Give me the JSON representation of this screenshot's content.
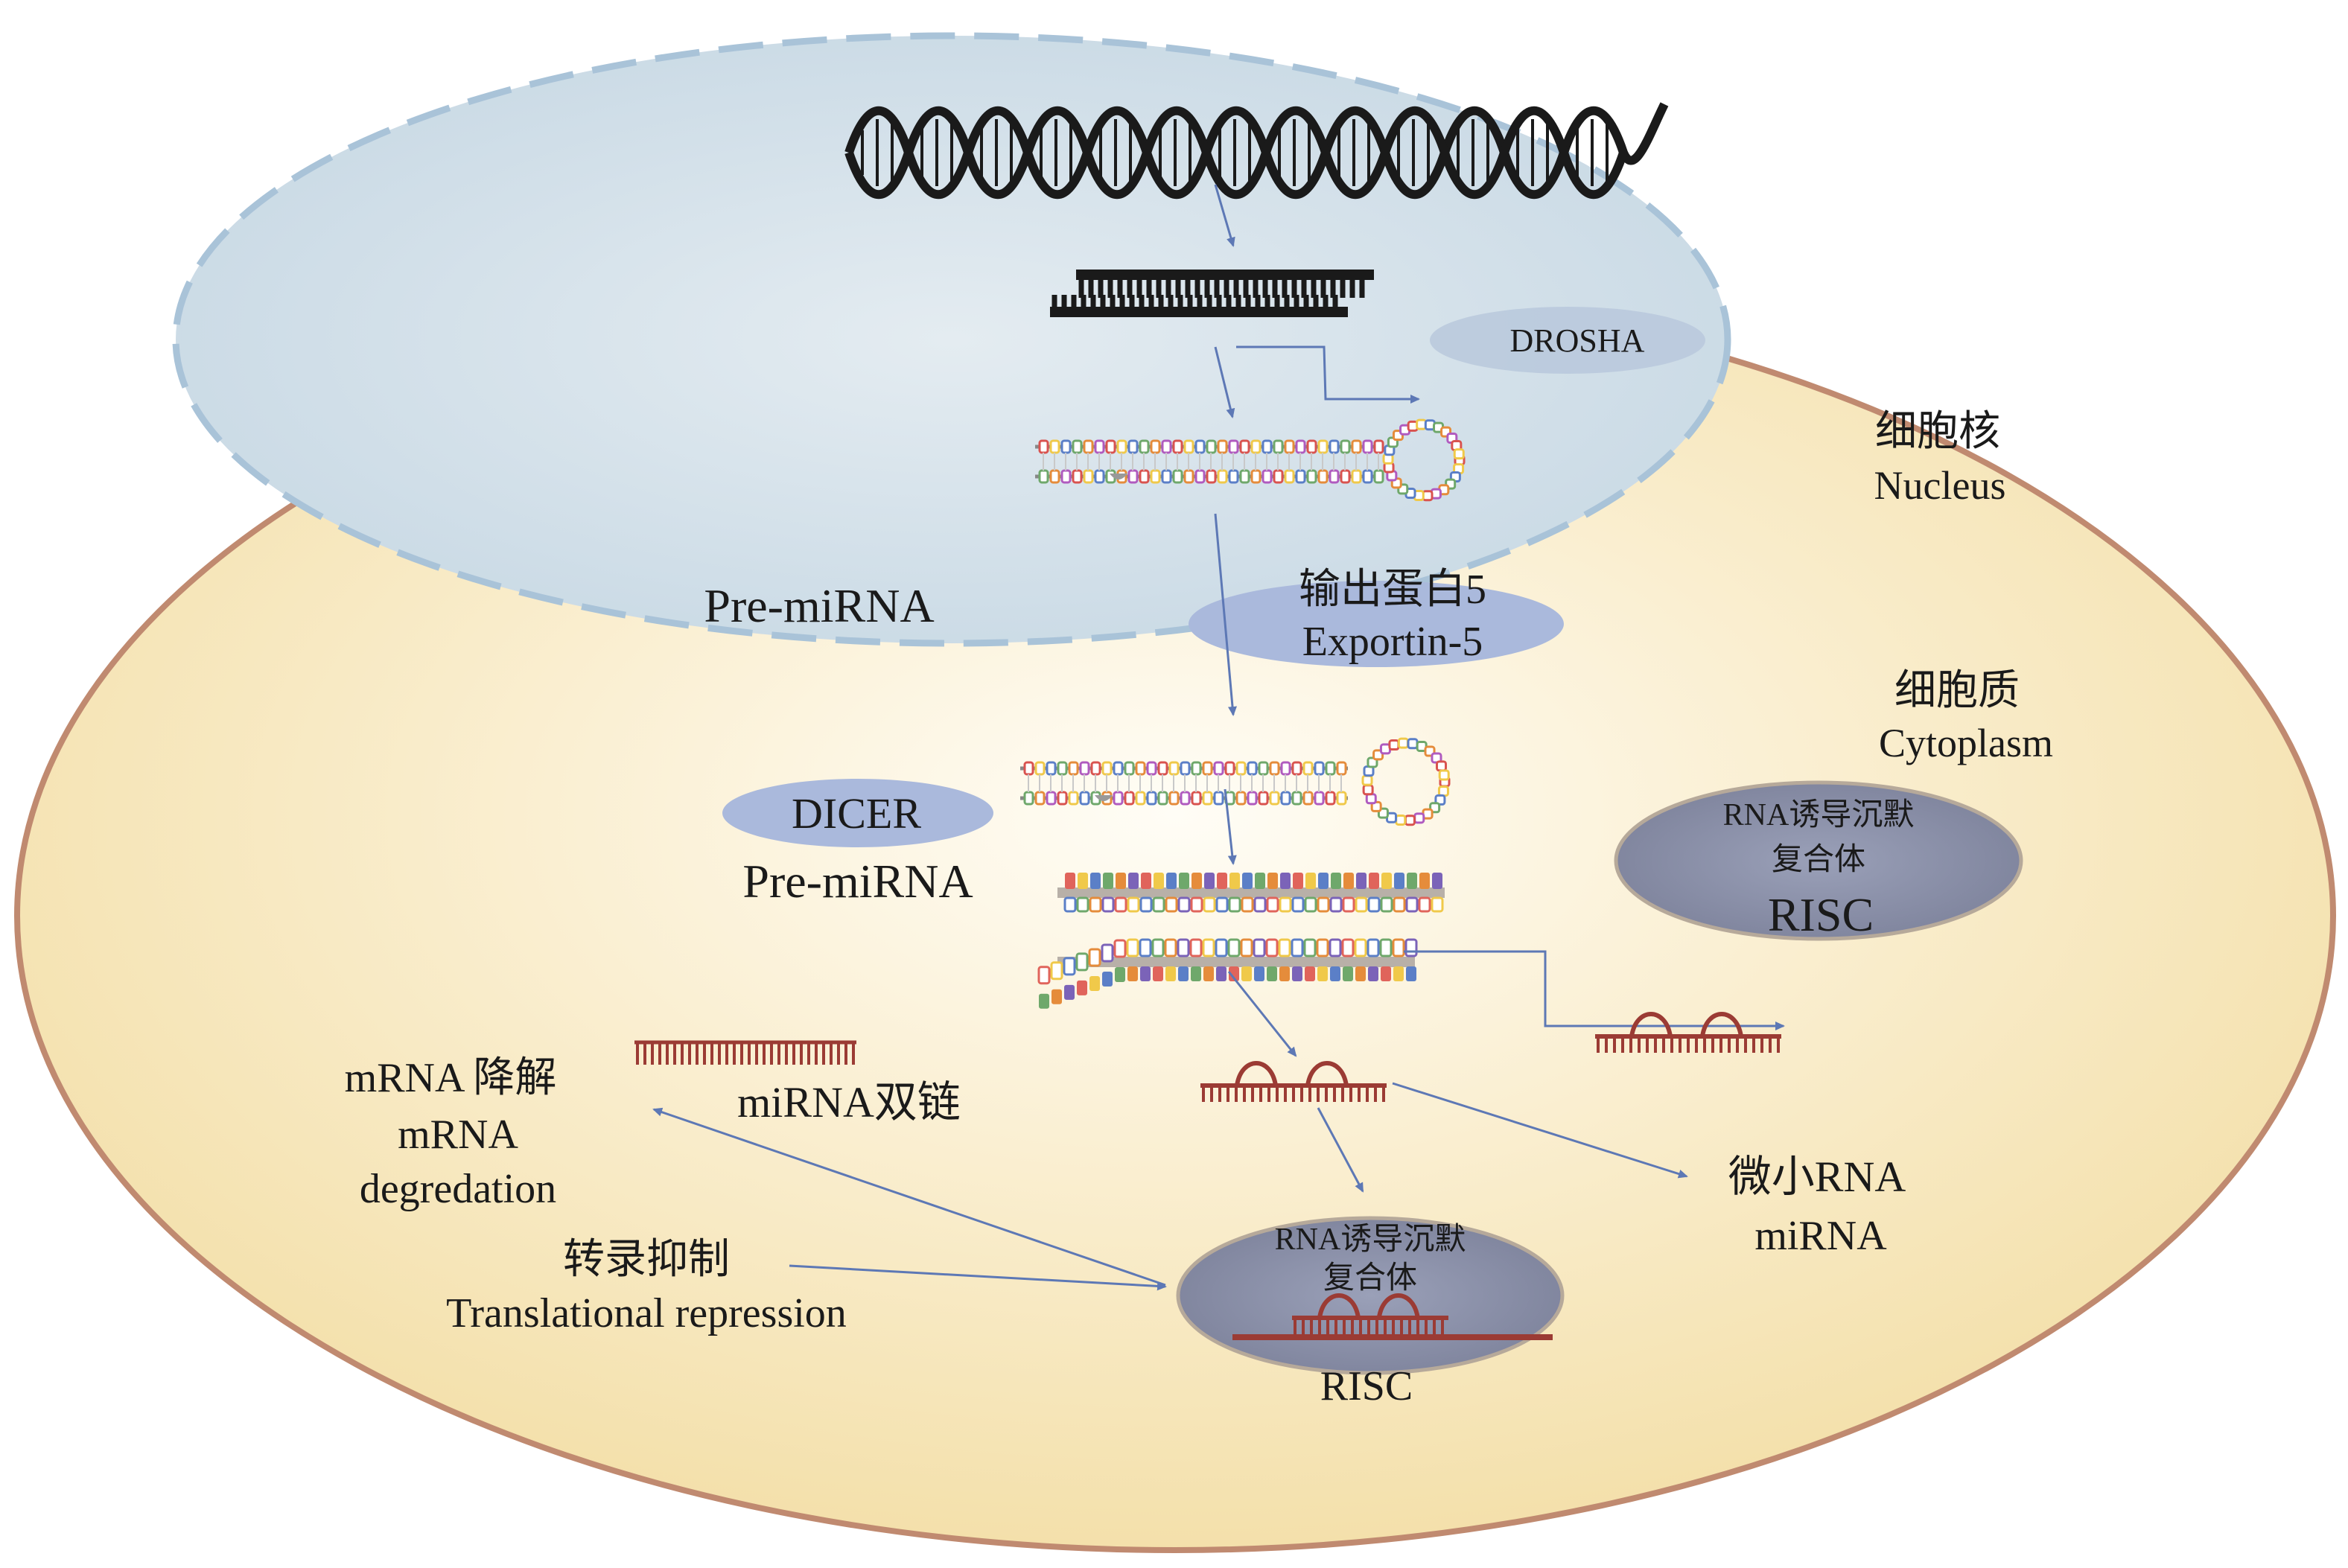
{
  "labels": {
    "drosha": "DROSHA",
    "nucleus_cn": "细胞核",
    "nucleus_en": "Nucleus",
    "pre_mirna_1": "Pre-miRNA",
    "exportin_cn": "输出蛋白5",
    "exportin_en": "Exportin-5",
    "cytoplasm_cn": "细胞质",
    "cytoplasm_en": "Cytoplasm",
    "dicer": "DICER",
    "pre_mirna_2": "Pre-miRNA",
    "risc_top_cn1": "RNA诱导沉默",
    "risc_top_cn2": "复合体",
    "risc_top_en": "RISC",
    "mrna_deg_cn": "mRNA 降解",
    "mrna_deg_en1": "mRNA",
    "mrna_deg_en2": "degredation",
    "mirna_duplex": "miRNA双链",
    "transl_cn": "转录抑制",
    "transl_en": "Translational repression",
    "risc_bottom_cn1": "RNA诱导沉默",
    "risc_bottom_cn2": "复合体",
    "risc_bottom_en": "RISC",
    "mirna_cn": "微小RNA",
    "mirna_en": "miRNA"
  },
  "colors": {
    "cell_fill": "#f6e7b8",
    "cell_stroke": "#c08a70",
    "nucleus_fill": "#cfdde6",
    "nucleus_stroke": "#a9c3d8",
    "protein_blue": "#aab9dc",
    "risc_gray": "#8f95ad",
    "arrow": "#5d78b5",
    "rna_red": "#9b3b34"
  }
}
